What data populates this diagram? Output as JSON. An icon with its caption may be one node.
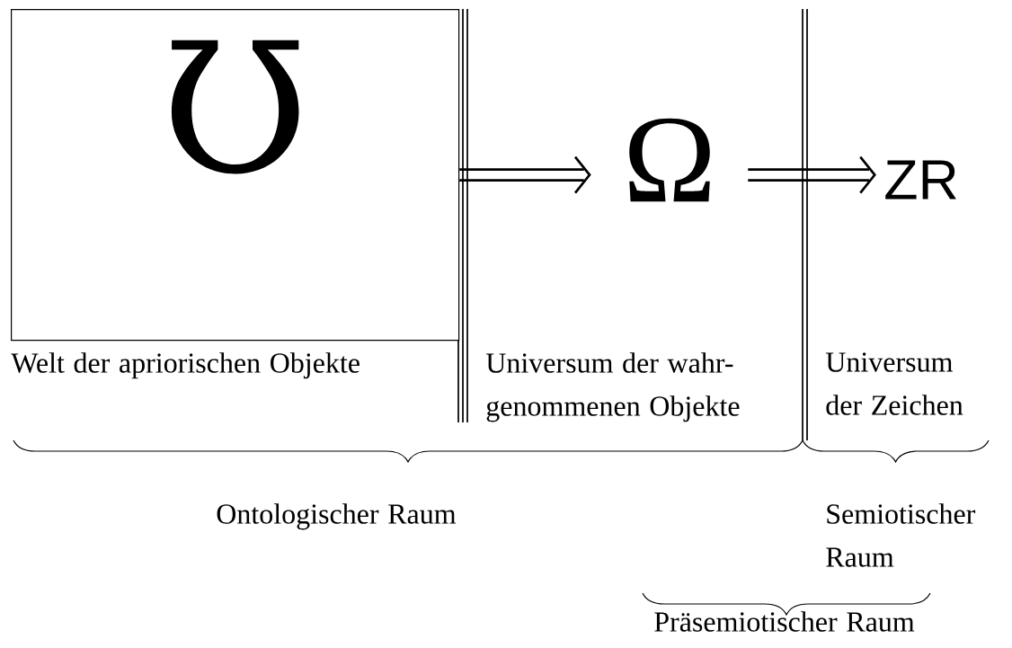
{
  "diagram": {
    "nodes": [
      {
        "text": [
          "Ʊ"
        ],
        "beside": [
          "Welt der apriorischen Objekte"
        ]
      },
      {
        "text": [
          "Ω"
        ],
        "beside": [
          "Universum der wahr-genommenen Objekte"
        ]
      },
      {
        "text": [
          "ZR"
        ],
        "beside": [
          "Universum der Zeichen"
        ]
      }
    ],
    "edges": [
      {
        "from": 0,
        "to": 1,
        "arrow": "to"
      },
      {
        "from": 1,
        "to": 2,
        "arrow": "to"
      }
    ],
    "labels": [
      "Ontologischer Raum",
      "Semiotischer Raum",
      "Präsemiotischer Raum"
    ]
  }
}
